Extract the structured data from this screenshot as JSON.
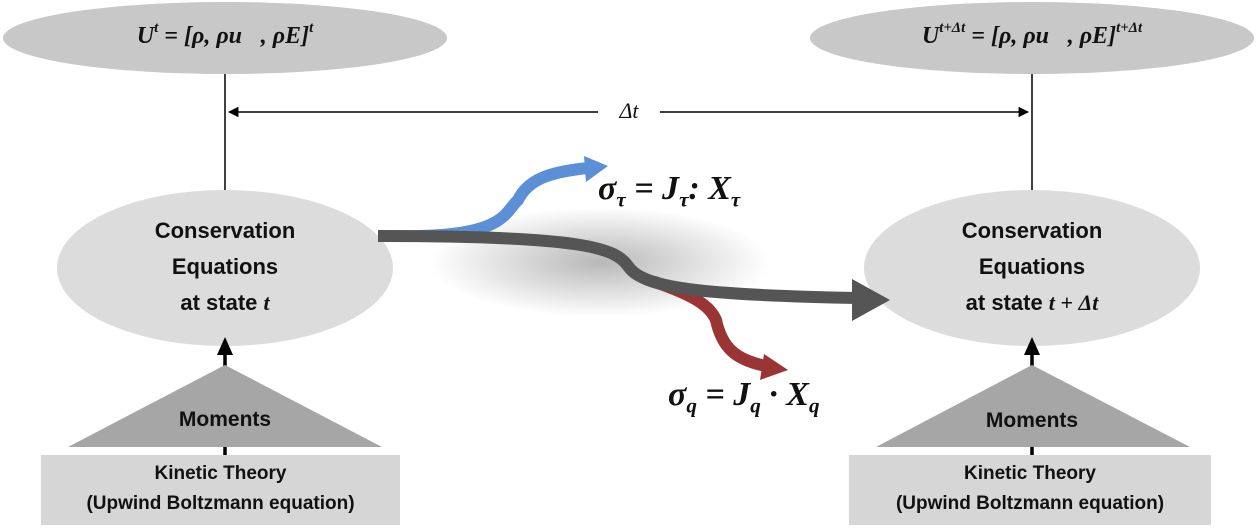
{
  "state_left": {
    "base": "U",
    "sup": "t",
    "rhs": " = [ρ, ρu⃗, ρE]",
    "rhs_sup": "t"
  },
  "state_right": {
    "base": "U",
    "sup": "t+Δt",
    "rhs": " = [ρ, ρu⃗, ρE]",
    "rhs_sup": "t+Δt"
  },
  "time_step": "Δt",
  "conservation_left": {
    "line1": "Conservation",
    "line2": "Equations",
    "line3_prefix": "at state ",
    "line3_var": "t"
  },
  "conservation_right": {
    "line1": "Conservation",
    "line2": "Equations",
    "line3_prefix": "at state ",
    "line3_var": "t + Δt"
  },
  "moments_label": "Moments",
  "kinetic": {
    "line1": "Kinetic Theory",
    "line2": "(Upwind Boltzmann equation)"
  },
  "sigma_tau": {
    "sym": "σ",
    "sub": "τ",
    "eq": " = J",
    "sub2": "τ",
    "op": ": X",
    "sub3": "τ"
  },
  "sigma_q": {
    "sym": "σ",
    "sub": "q",
    "eq": " = J",
    "sub2": "q",
    "op": " · X",
    "sub3": "q"
  },
  "colors": {
    "ellipse_fill": "#dcdcdc",
    "top_ellipse_fill": "#c8c8c8",
    "triangle_fill": "#a6a6a6",
    "box_fill": "#d6d6d6",
    "main_arrow": "#555555",
    "tau_arrow": "#5b8fd6",
    "q_arrow": "#9b3434"
  }
}
